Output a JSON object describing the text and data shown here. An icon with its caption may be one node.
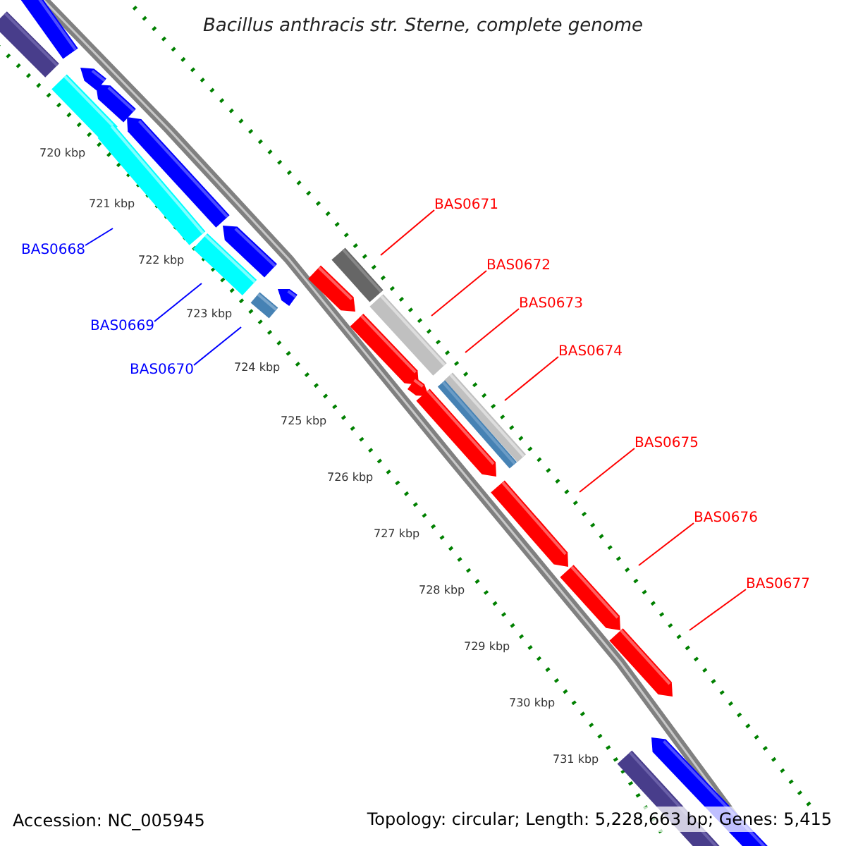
{
  "diagram": {
    "title": "Bacillus anthracis str. Sterne, complete genome",
    "nodes": [
      {
        "text": [
          "BAS0668"
        ]
      },
      {
        "text": [
          "BAS0669"
        ]
      },
      {
        "text": [
          "BAS0670"
        ]
      },
      {
        "text": [
          "BAS0671"
        ]
      },
      {
        "text": [
          "BAS0672"
        ]
      },
      {
        "text": [
          "BAS0673"
        ]
      },
      {
        "text": [
          "BAS0674"
        ]
      },
      {
        "text": [
          "BAS0675"
        ]
      },
      {
        "text": [
          "BAS0676"
        ]
      },
      {
        "text": [
          "BAS0677"
        ]
      }
    ],
    "edges": [
      {
        "from": 0,
        "to": null,
        "arrow": "none",
        "color": "#0000ff"
      },
      {
        "from": 1,
        "to": null,
        "arrow": "none",
        "color": "#0000ff"
      },
      {
        "from": 2,
        "to": null,
        "arrow": "none",
        "color": "#0000ff"
      },
      {
        "from": 3,
        "to": null,
        "arrow": "none"
      },
      {
        "from": 4,
        "to": null,
        "arrow": "none"
      },
      {
        "from": 5,
        "to": null,
        "arrow": "none"
      },
      {
        "from": 6,
        "to": null,
        "arrow": "none"
      },
      {
        "from": 7,
        "to": null,
        "arrow": "none"
      },
      {
        "from": 8,
        "to": null,
        "arrow": "none"
      },
      {
        "from": 9,
        "to": null,
        "arrow": "none"
      }
    ],
    "labels": [
      "720 kbp",
      "721 kbp",
      "722 kbp",
      "723 kbp",
      "724 kbp",
      "725 kbp",
      "726 kbp",
      "727 kbp",
      "728 kbp",
      "729 kbp",
      "730 kbp",
      "731 kbp",
      "Accession: NC_005945",
      "Topology: circular; Length: 5,228,663 bp; Genes: 5,415"
    ]
  }
}
